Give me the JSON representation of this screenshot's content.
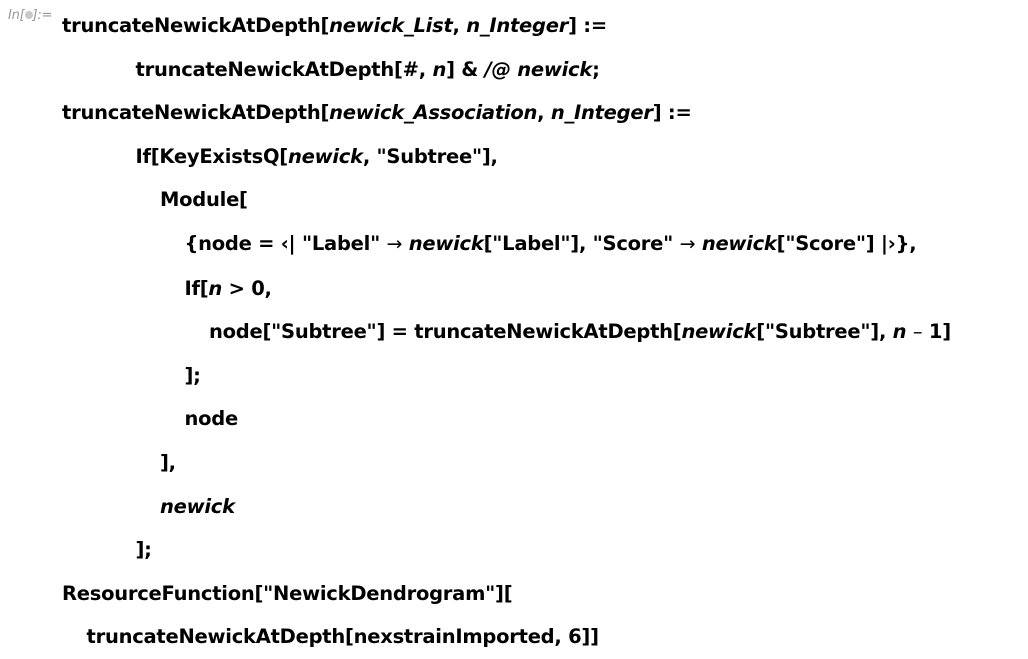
{
  "cell": {
    "prompt_prefix": "In[",
    "prompt_suffix": "]:=",
    "prompt_state": "running-dot",
    "type": "wolfram-input-cell",
    "colors": {
      "background": "#ffffff",
      "code_text": "#000000",
      "prompt_text": "#999999",
      "prompt_dot": "#c8c8c8"
    }
  },
  "code": {
    "language": "Wolfram Language",
    "lines": [
      {
        "indent": 0,
        "tokens": [
          {
            "t": "truncateNewickAtDepth[",
            "s": "plain"
          },
          {
            "t": "newick_List",
            "s": "italic"
          },
          {
            "t": ", ",
            "s": "plain"
          },
          {
            "t": "n_Integer",
            "s": "italic"
          },
          {
            "t": "] :=",
            "s": "plain"
          }
        ]
      },
      {
        "indent": 3,
        "tokens": [
          {
            "t": "truncateNewickAtDepth[",
            "s": "plain"
          },
          {
            "t": "#",
            "s": "plain"
          },
          {
            "t": ", ",
            "s": "plain"
          },
          {
            "t": "n",
            "s": "italic"
          },
          {
            "t": "] & ",
            "s": "plain"
          },
          {
            "t": "/@",
            "s": "italic"
          },
          {
            "t": " ",
            "s": "plain"
          },
          {
            "t": "newick",
            "s": "italic"
          },
          {
            "t": ";",
            "s": "plain"
          }
        ]
      },
      {
        "indent": 0,
        "tokens": [
          {
            "t": "truncateNewickAtDepth[",
            "s": "plain"
          },
          {
            "t": "newick_Association",
            "s": "italic"
          },
          {
            "t": ", ",
            "s": "plain"
          },
          {
            "t": "n_Integer",
            "s": "italic"
          },
          {
            "t": "] :=",
            "s": "plain"
          }
        ]
      },
      {
        "indent": 3,
        "tokens": [
          {
            "t": "If[KeyExistsQ[",
            "s": "plain"
          },
          {
            "t": "newick",
            "s": "italic"
          },
          {
            "t": ", \"Subtree\"],",
            "s": "plain"
          }
        ]
      },
      {
        "indent": 4,
        "tokens": [
          {
            "t": "Module[",
            "s": "plain"
          }
        ]
      },
      {
        "indent": 5,
        "tokens": [
          {
            "t": "{node = ‹| \"Label\" ",
            "s": "plain"
          },
          {
            "t": "→",
            "s": "arrow"
          },
          {
            "t": " ",
            "s": "plain"
          },
          {
            "t": "newick",
            "s": "italic"
          },
          {
            "t": "[\"Label\"], \"Score\" ",
            "s": "plain"
          },
          {
            "t": "→",
            "s": "arrow"
          },
          {
            "t": " ",
            "s": "plain"
          },
          {
            "t": "newick",
            "s": "italic"
          },
          {
            "t": "[\"Score\"] |›},",
            "s": "plain"
          }
        ]
      },
      {
        "indent": 5,
        "tokens": [
          {
            "t": "If[",
            "s": "plain"
          },
          {
            "t": "n",
            "s": "italic"
          },
          {
            "t": " > 0,",
            "s": "plain"
          }
        ]
      },
      {
        "indent": 6,
        "tokens": [
          {
            "t": "node[\"Subtree\"] = truncateNewickAtDepth[",
            "s": "plain"
          },
          {
            "t": "newick",
            "s": "italic"
          },
          {
            "t": "[\"Subtree\"], ",
            "s": "plain"
          },
          {
            "t": "n",
            "s": "italic"
          },
          {
            "t": " ",
            "s": "plain"
          },
          {
            "t": "–",
            "s": "minus"
          },
          {
            "t": " 1]",
            "s": "plain"
          }
        ]
      },
      {
        "indent": 5,
        "tokens": [
          {
            "t": "];",
            "s": "plain"
          }
        ]
      },
      {
        "indent": 5,
        "tokens": [
          {
            "t": "node",
            "s": "plain"
          }
        ]
      },
      {
        "indent": 4,
        "tokens": [
          {
            "t": "],",
            "s": "plain"
          }
        ]
      },
      {
        "indent": 4,
        "tokens": [
          {
            "t": "newick",
            "s": "italic"
          }
        ]
      },
      {
        "indent": 3,
        "tokens": [
          {
            "t": "];",
            "s": "plain"
          }
        ]
      },
      {
        "indent": 0,
        "tokens": [
          {
            "t": "ResourceFunction[\"NewickDendrogram\"][",
            "s": "plain"
          }
        ]
      },
      {
        "indent": 1,
        "tokens": [
          {
            "t": "truncateNewickAtDepth[nexstrainImported, 6]]",
            "s": "plain"
          }
        ]
      }
    ]
  }
}
